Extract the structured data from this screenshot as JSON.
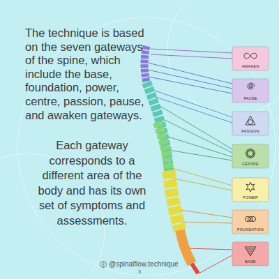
{
  "diagram": {
    "nodes": [
      {
        "text": [
          "AWAKEN"
        ]
      },
      {
        "text": [
          "PAUSE"
        ]
      },
      {
        "text": [
          "PASSION"
        ]
      },
      {
        "text": [
          "CENTRE"
        ]
      },
      {
        "text": [
          "POWER"
        ]
      },
      {
        "text": [
          "FOUNDATION"
        ]
      },
      {
        "text": [
          "BASE"
        ]
      }
    ],
    "labels": [
      "The technique is based on the seven gateways of the spine, which include the base, foundation, power, centre, passion, pause, and awaken gateways.",
      "Each gateway corresponds to a different area of the body and has its own set of symptoms and assessments.",
      "@spinalflow.technique",
      "3"
    ]
  }
}
